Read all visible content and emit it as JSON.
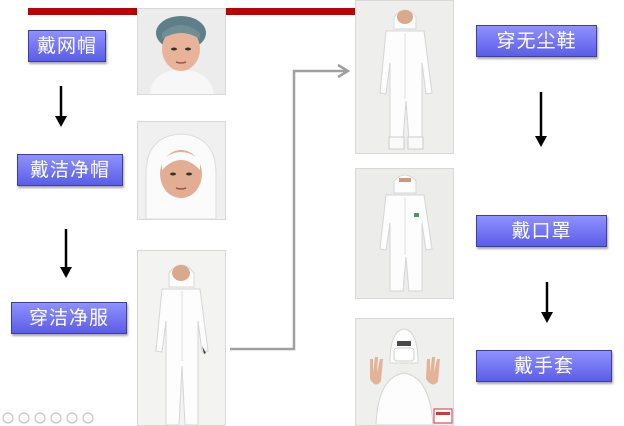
{
  "steps": {
    "step1": "戴网帽",
    "step2": "戴洁净帽",
    "step3": "穿洁净服",
    "step4": "穿无尘鞋",
    "step5": "戴口罩",
    "step6": "戴手套"
  },
  "colors": {
    "accent_bar": "#c00000",
    "step_box": "#6b6df0",
    "arrow": "#000000",
    "connector": "#a0a0a0"
  },
  "photos": [
    {
      "icon": "hairnet-person-photo"
    },
    {
      "icon": "clean-hood-person-photo"
    },
    {
      "icon": "cleanroom-suit-person-photo"
    },
    {
      "icon": "cleanroom-boots-person-photo"
    },
    {
      "icon": "mask-person-photo"
    },
    {
      "icon": "gloves-person-photo"
    }
  ]
}
